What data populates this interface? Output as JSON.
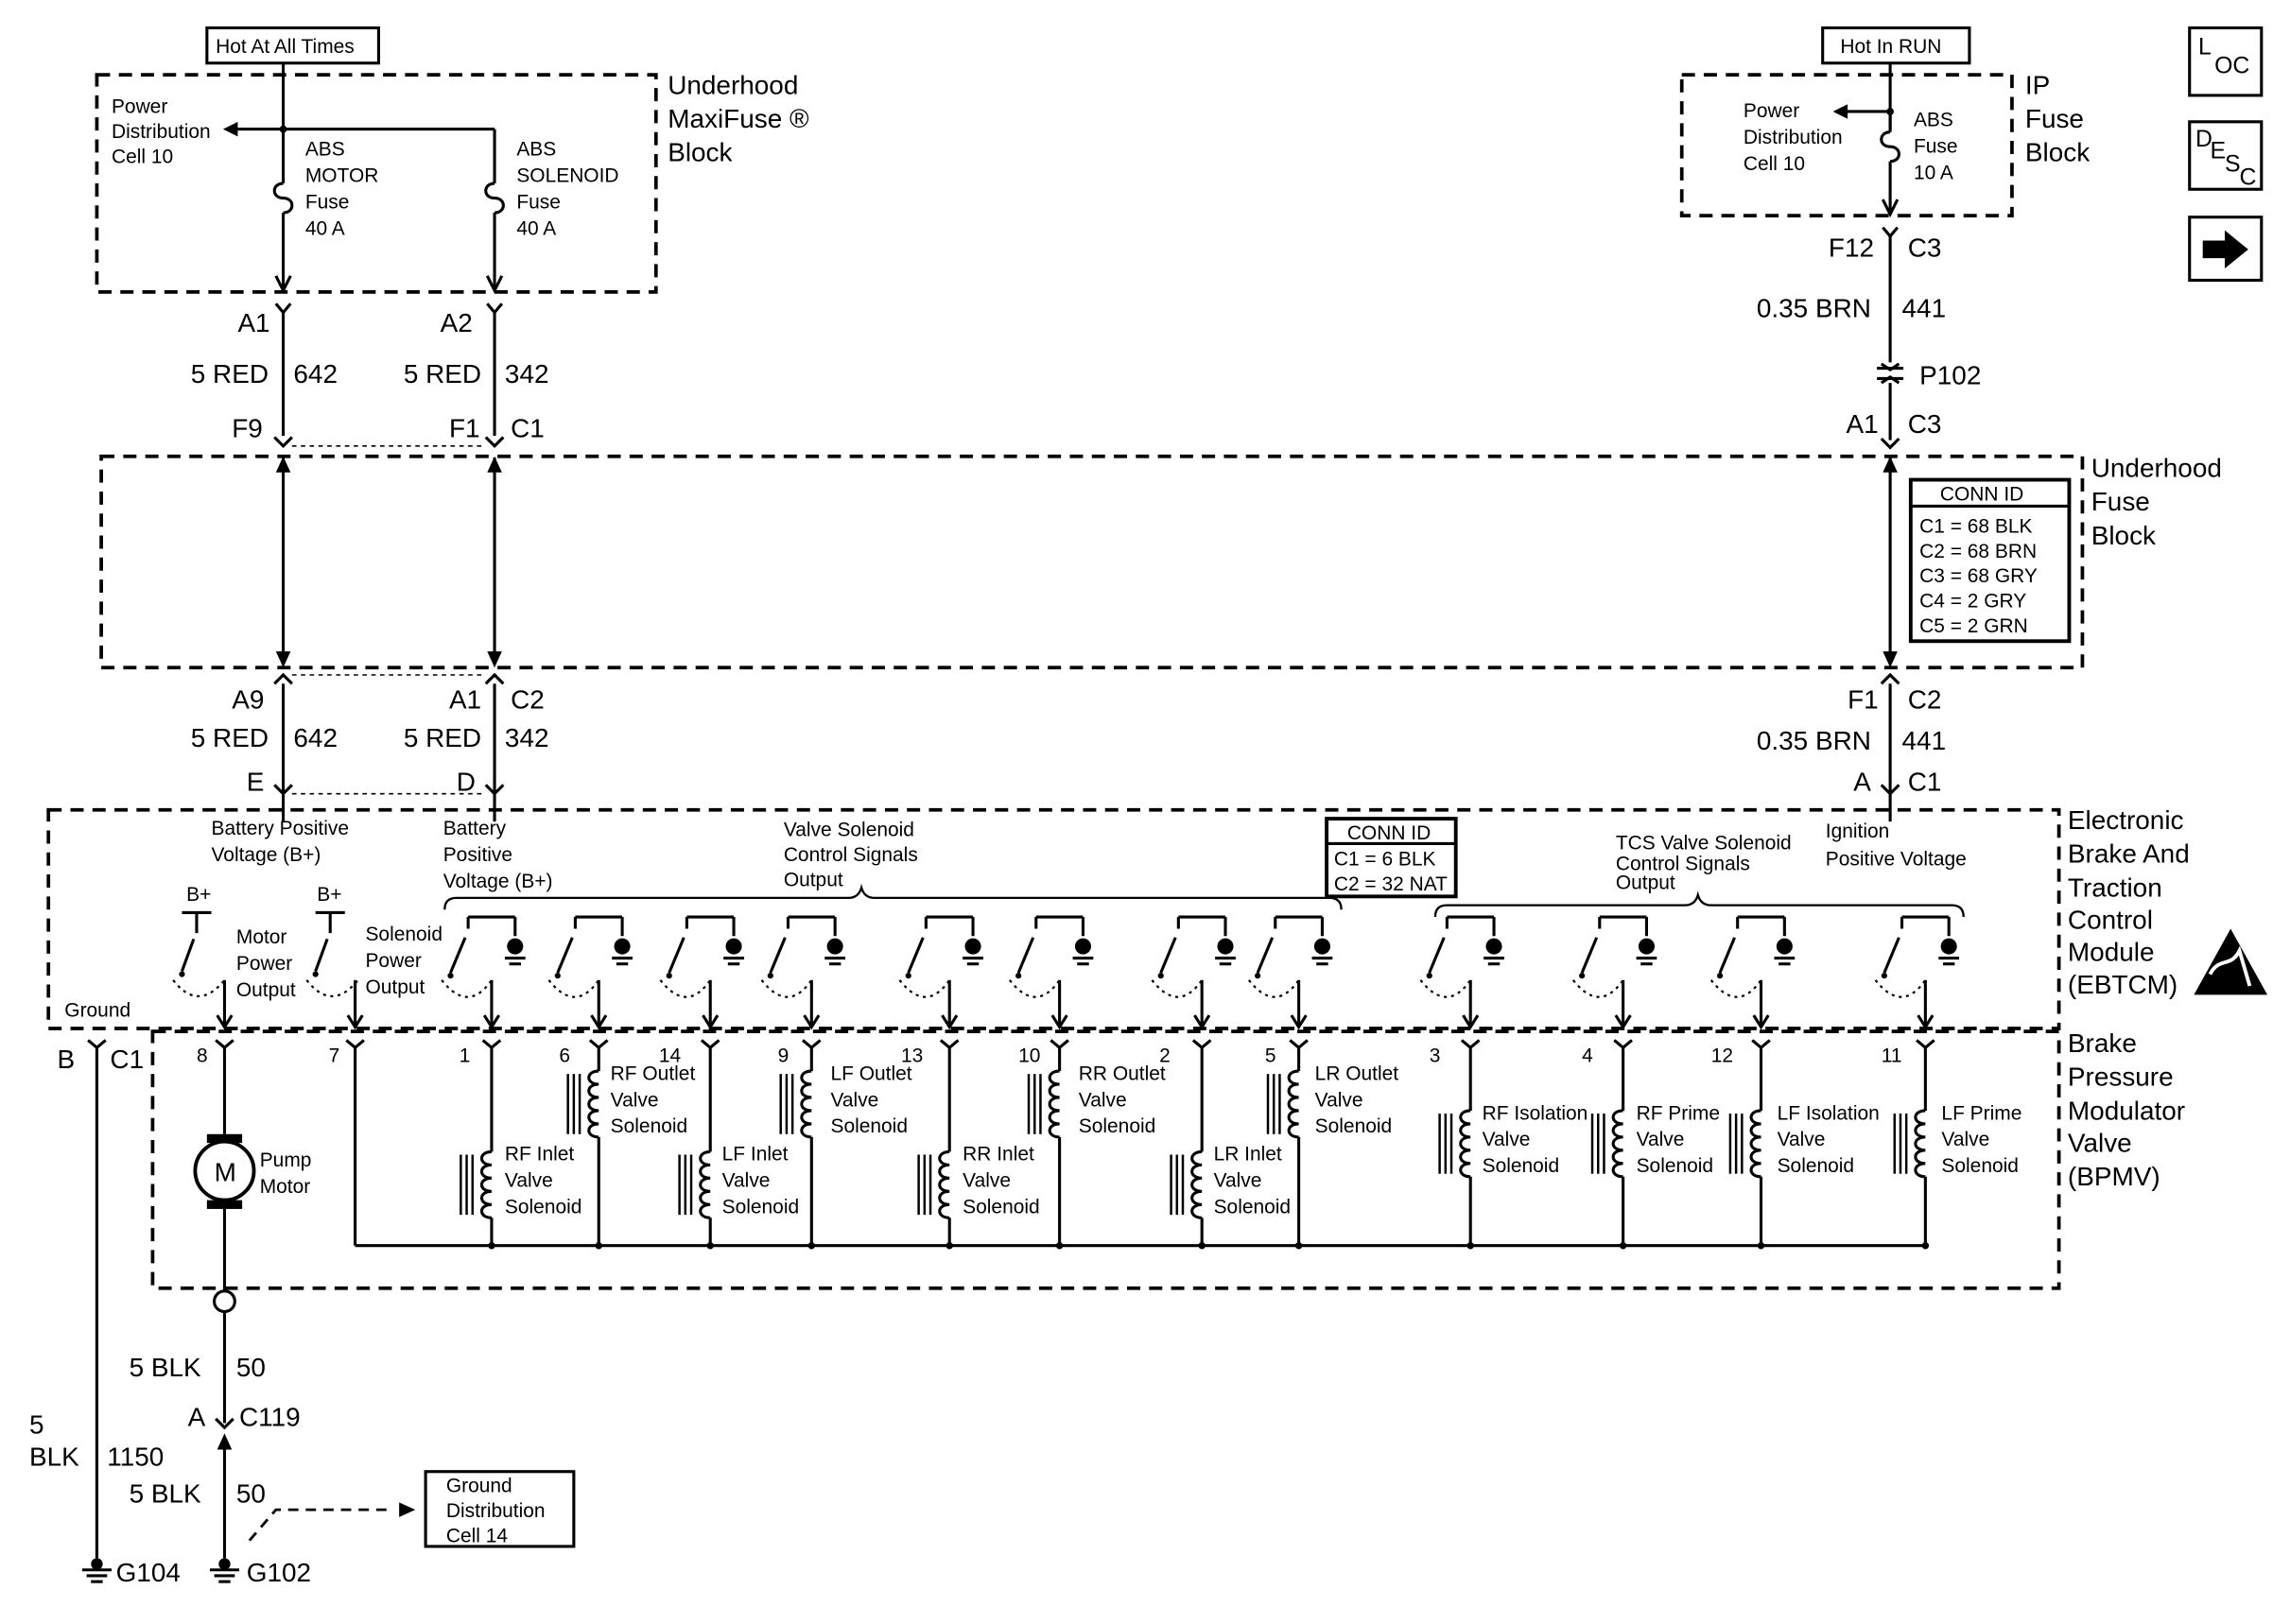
{
  "sources": {
    "left": "Hot At All Times",
    "right": "Hot In RUN"
  },
  "blocks": {
    "maxifuse": [
      "Underhood",
      "MaxiFuse ®",
      "Block"
    ],
    "ip_fuse": [
      "IP",
      "Fuse",
      "Block"
    ],
    "underhood_fuse": [
      "Underhood",
      "Fuse",
      "Block"
    ],
    "ebtcm": [
      "Electronic",
      "Brake And",
      "Traction",
      "Control",
      "Module",
      "(EBTCM)"
    ],
    "bpmv": [
      "Brake",
      "Pressure",
      "Modulator",
      "Valve",
      "(BPMV)"
    ]
  },
  "fuses": {
    "power_dist_left": [
      "Power",
      "Distribution",
      "Cell 10"
    ],
    "abs_motor": [
      "ABS",
      "MOTOR",
      "Fuse",
      "40 A"
    ],
    "abs_solenoid": [
      "ABS",
      "SOLENOID",
      "Fuse",
      "40 A"
    ],
    "power_dist_right": [
      "Power",
      "Distribution",
      "Cell 10"
    ],
    "abs_fuse": [
      "ABS",
      "Fuse",
      "10 A"
    ]
  },
  "nav_icons": {
    "loc": {
      "top": "L",
      "sub": "OC"
    },
    "desc": {
      "top": "D",
      "mid": "E",
      "sub": "S",
      "end": "C"
    }
  },
  "connectors": {
    "a1": "A1",
    "a2": "A2",
    "f9": "F9",
    "f1": "F1",
    "c1": "C1",
    "a9": "A9",
    "a1b": "A1",
    "c2": "C2",
    "e": "E",
    "d": "D",
    "f12": "F12",
    "c3": "C3",
    "p102": "P102",
    "a1c": "A1",
    "c3b": "C3",
    "f1b": "F1",
    "c2b": "C2",
    "a": "A",
    "c1b": "C1",
    "b": "B",
    "c1c": "C1",
    "c119_a": "A",
    "c119": "C119"
  },
  "wires": {
    "red642_top": [
      "5 RED",
      "642"
    ],
    "red342_top": [
      "5 RED",
      "342"
    ],
    "red642_bot": [
      "5 RED",
      "642"
    ],
    "red342_bot": [
      "5 RED",
      "342"
    ],
    "brn441_top": [
      "0.35 BRN",
      "441"
    ],
    "brn441_bot": [
      "0.35 BRN",
      "441"
    ],
    "blk50_top": [
      "5 BLK",
      "50"
    ],
    "blk50_bot": [
      "5 BLK",
      "50"
    ],
    "blk1150": [
      "5",
      "BLK",
      "1150"
    ]
  },
  "conn_id_fuse": {
    "title": "CONN ID",
    "rows": [
      "C1 = 68 BLK",
      "C2 = 68 BRN",
      "C3 = 68 GRY",
      "C4 = 2 GRY",
      "C5 = 2 GRN"
    ]
  },
  "conn_id_ebtcm": {
    "title": "CONN ID",
    "rows": [
      "C1 = 6 BLK",
      "C2 = 32 NAT"
    ]
  },
  "ebtcm_labels": {
    "batt_pos_1": [
      "Battery Positive",
      "Voltage (B+)"
    ],
    "batt_pos_2": [
      "Battery",
      "Positive",
      "Voltage (B+)"
    ],
    "valve_sol": [
      "Valve Solenoid",
      "Control Signals",
      "Output"
    ],
    "tcs_sol": [
      "TCS  Valve Solenoid",
      "Control Signals",
      "Output"
    ],
    "ign_pos": [
      "Ignition",
      "Positive Voltage"
    ],
    "b_plus": "B+",
    "motor_power": [
      "Motor",
      "Power",
      "Output"
    ],
    "sol_power": [
      "Solenoid",
      "Power",
      "Output"
    ],
    "ground": "Ground"
  },
  "pins": [
    "8",
    "7",
    "1",
    "6",
    "14",
    "9",
    "13",
    "10",
    "2",
    "5",
    "3",
    "4",
    "12",
    "11"
  ],
  "solenoids": {
    "rf_inlet": [
      "RF Inlet",
      "Valve",
      "Solenoid"
    ],
    "rf_outlet": [
      "RF Outlet",
      "Valve",
      "Solenoid"
    ],
    "lf_inlet": [
      "LF Inlet",
      "Valve",
      "Solenoid"
    ],
    "lf_outlet": [
      "LF Outlet",
      "Valve",
      "Solenoid"
    ],
    "rr_inlet": [
      "RR Inlet",
      "Valve",
      "Solenoid"
    ],
    "rr_outlet": [
      "RR Outlet",
      "Valve",
      "Solenoid"
    ],
    "lr_inlet": [
      "LR Inlet",
      "Valve",
      "Solenoid"
    ],
    "lr_outlet": [
      "LR Outlet",
      "Valve",
      "Solenoid"
    ],
    "rf_iso": [
      "RF Isolation",
      "Valve",
      "Solenoid"
    ],
    "rf_prime": [
      "RF Prime",
      "Valve",
      "Solenoid"
    ],
    "lf_iso": [
      "LF Isolation",
      "Valve",
      "Solenoid"
    ],
    "lf_prime": [
      "LF Prime",
      "Valve",
      "Solenoid"
    ]
  },
  "motor": {
    "symbol": "M",
    "label": [
      "Pump",
      "Motor"
    ]
  },
  "ground_dist": [
    "Ground",
    "Distribution",
    "Cell 14"
  ],
  "grounds": {
    "g104": "G104",
    "g102": "G102"
  }
}
